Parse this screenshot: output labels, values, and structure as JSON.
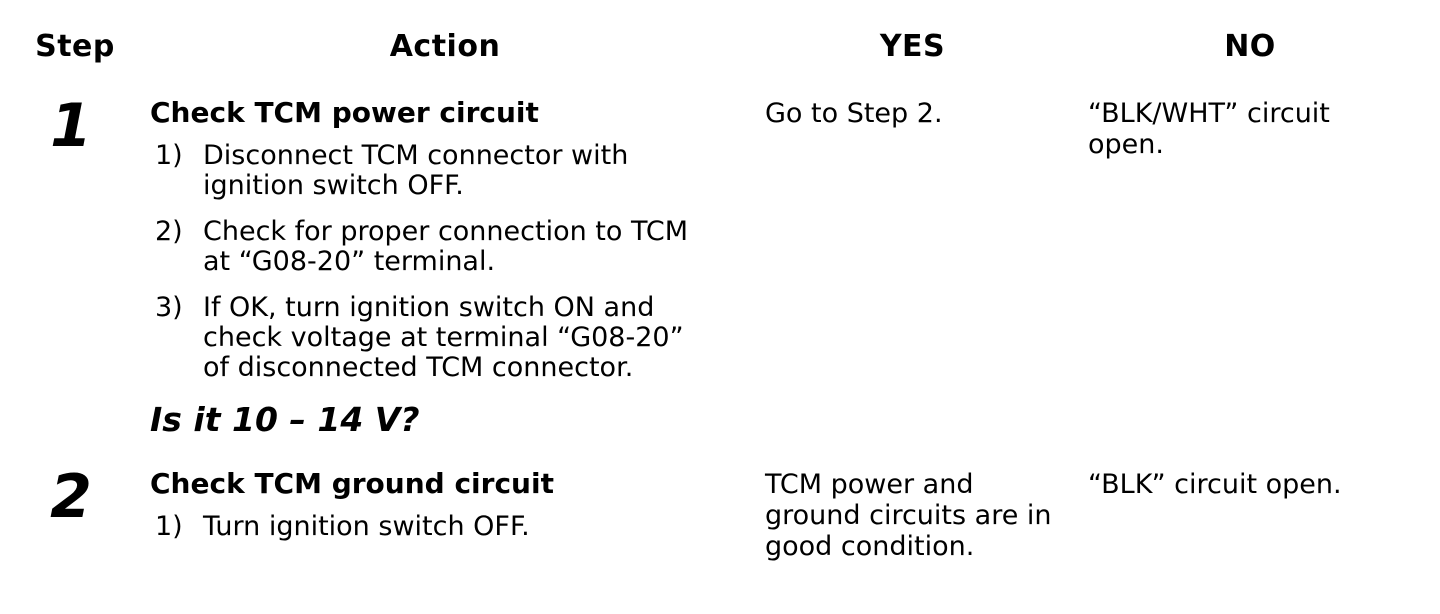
{
  "page": {
    "background": "#ffffff",
    "text_color": "#000000"
  },
  "table": {
    "headers": {
      "step": "Step",
      "action": "Action",
      "yes": "YES",
      "no": "NO"
    },
    "rows": [
      {
        "step": "1",
        "action": {
          "title": "Check TCM power circuit",
          "items": [
            {
              "num": "1)",
              "text": "Disconnect TCM connector with\nignition switch OFF."
            },
            {
              "num": "2)",
              "text": "Check for proper connection to TCM\nat “G08-20” terminal."
            },
            {
              "num": "3)",
              "text": "If OK, turn ignition switch ON and\ncheck voltage at terminal “G08-20”\nof disconnected TCM connector."
            }
          ],
          "question": "Is it 10 – 14 V?"
        },
        "yes": "Go to Step 2.",
        "no": "“BLK/WHT” circuit\nopen."
      },
      {
        "step": "2",
        "action": {
          "title": "Check TCM ground circuit",
          "items": [
            {
              "num": "1)",
              "text": "Turn ignition switch OFF."
            }
          ]
        },
        "yes": "TCM power and\nground circuits are in\ngood condition.",
        "no": "“BLK” circuit open."
      }
    ]
  }
}
